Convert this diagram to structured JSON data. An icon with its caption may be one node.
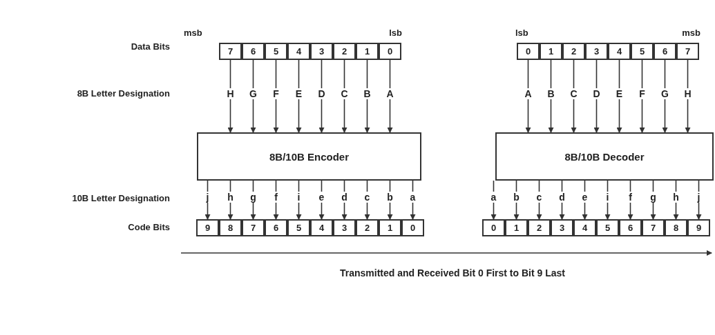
{
  "diagram": {
    "nodes": [
      {
        "text": [
          "7"
        ]
      },
      {
        "text": [
          "6"
        ]
      },
      {
        "text": [
          "5"
        ]
      },
      {
        "text": [
          "4"
        ]
      },
      {
        "text": [
          "3"
        ]
      },
      {
        "text": [
          "2"
        ]
      },
      {
        "text": [
          "1"
        ]
      },
      {
        "text": [
          "0"
        ]
      },
      {
        "text": [
          "8B/10B Encoder"
        ]
      },
      {
        "text": [
          "9"
        ]
      },
      {
        "text": [
          "8"
        ]
      },
      {
        "text": [
          "7"
        ]
      },
      {
        "text": [
          "6"
        ]
      },
      {
        "text": [
          "5"
        ]
      },
      {
        "text": [
          "4"
        ]
      },
      {
        "text": [
          "3"
        ]
      },
      {
        "text": [
          "2"
        ]
      },
      {
        "text": [
          "1"
        ]
      },
      {
        "text": [
          "0"
        ]
      },
      {
        "text": [
          "0"
        ]
      },
      {
        "text": [
          "1"
        ]
      },
      {
        "text": [
          "2"
        ]
      },
      {
        "text": [
          "3"
        ]
      },
      {
        "text": [
          "4"
        ]
      },
      {
        "text": [
          "5"
        ]
      },
      {
        "text": [
          "6"
        ]
      },
      {
        "text": [
          "7"
        ]
      },
      {
        "text": [
          "8B/10B Decoder"
        ]
      },
      {
        "text": [
          "0"
        ]
      },
      {
        "text": [
          "1"
        ]
      },
      {
        "text": [
          "2"
        ]
      },
      {
        "text": [
          "3"
        ]
      },
      {
        "text": [
          "4"
        ]
      },
      {
        "text": [
          "5"
        ]
      },
      {
        "text": [
          "6"
        ]
      },
      {
        "text": [
          "7"
        ]
      },
      {
        "text": [
          "8"
        ]
      },
      {
        "text": [
          "9"
        ]
      }
    ],
    "edges": [
      {
        "from": 0,
        "to": 8,
        "arrow": "to",
        "label": "H"
      },
      {
        "from": 1,
        "to": 8,
        "arrow": "to",
        "label": "G"
      },
      {
        "from": 2,
        "to": 8,
        "arrow": "to",
        "label": "F"
      },
      {
        "from": 3,
        "to": 8,
        "arrow": "to",
        "label": "E"
      },
      {
        "from": 4,
        "to": 8,
        "arrow": "to",
        "label": "D"
      },
      {
        "from": 5,
        "to": 8,
        "arrow": "to",
        "label": "C"
      },
      {
        "from": 6,
        "to": 8,
        "arrow": "to",
        "label": "B"
      },
      {
        "from": 7,
        "to": 8,
        "arrow": "to",
        "label": "A"
      },
      {
        "from": 8,
        "to": 9,
        "arrow": "to",
        "label": "j"
      },
      {
        "from": 8,
        "to": 10,
        "arrow": "to",
        "label": "h"
      },
      {
        "from": 8,
        "to": 11,
        "arrow": "to",
        "label": "g"
      },
      {
        "from": 8,
        "to": 12,
        "arrow": "to",
        "label": "f"
      },
      {
        "from": 8,
        "to": 13,
        "arrow": "to",
        "label": "i"
      },
      {
        "from": 8,
        "to": 14,
        "arrow": "to",
        "label": "e"
      },
      {
        "from": 8,
        "to": 15,
        "arrow": "to",
        "label": "d"
      },
      {
        "from": 8,
        "to": 16,
        "arrow": "to",
        "label": "c"
      },
      {
        "from": 8,
        "to": 17,
        "arrow": "to",
        "label": "b"
      },
      {
        "from": 8,
        "to": 18,
        "arrow": "to",
        "label": "a"
      },
      {
        "from": 19,
        "to": 27,
        "arrow": "to",
        "label": "A"
      },
      {
        "from": 20,
        "to": 27,
        "arrow": "to",
        "label": "B"
      },
      {
        "from": 21,
        "to": 27,
        "arrow": "to",
        "label": "C"
      },
      {
        "from": 22,
        "to": 27,
        "arrow": "to",
        "label": "D"
      },
      {
        "from": 23,
        "to": 27,
        "arrow": "to",
        "label": "E"
      },
      {
        "from": 24,
        "to": 27,
        "arrow": "to",
        "label": "F"
      },
      {
        "from": 25,
        "to": 27,
        "arrow": "to",
        "label": "G"
      },
      {
        "from": 26,
        "to": 27,
        "arrow": "to",
        "label": "H"
      },
      {
        "from": 27,
        "to": 28,
        "arrow": "to",
        "label": "a"
      },
      {
        "from": 27,
        "to": 29,
        "arrow": "to",
        "label": "b"
      },
      {
        "from": 27,
        "to": 30,
        "arrow": "to",
        "label": "c"
      },
      {
        "from": 27,
        "to": 31,
        "arrow": "to",
        "label": "d"
      },
      {
        "from": 27,
        "to": 32,
        "arrow": "to",
        "label": "e"
      },
      {
        "from": 27,
        "to": 33,
        "arrow": "to",
        "label": "i"
      },
      {
        "from": 27,
        "to": 34,
        "arrow": "to",
        "label": "f"
      },
      {
        "from": 27,
        "to": 35,
        "arrow": "to",
        "label": "g"
      },
      {
        "from": 27,
        "to": 36,
        "arrow": "to",
        "label": "h"
      },
      {
        "from": 27,
        "to": 37,
        "arrow": "to",
        "label": "j"
      }
    ],
    "labels": [
      "msb",
      "lsb",
      "lsb",
      "msb",
      "Data Bits",
      "8B Letter Designation",
      "10B Letter Designation",
      "Code Bits",
      "Transmitted and Received Bit 0 First to Bit 9 Last"
    ]
  }
}
